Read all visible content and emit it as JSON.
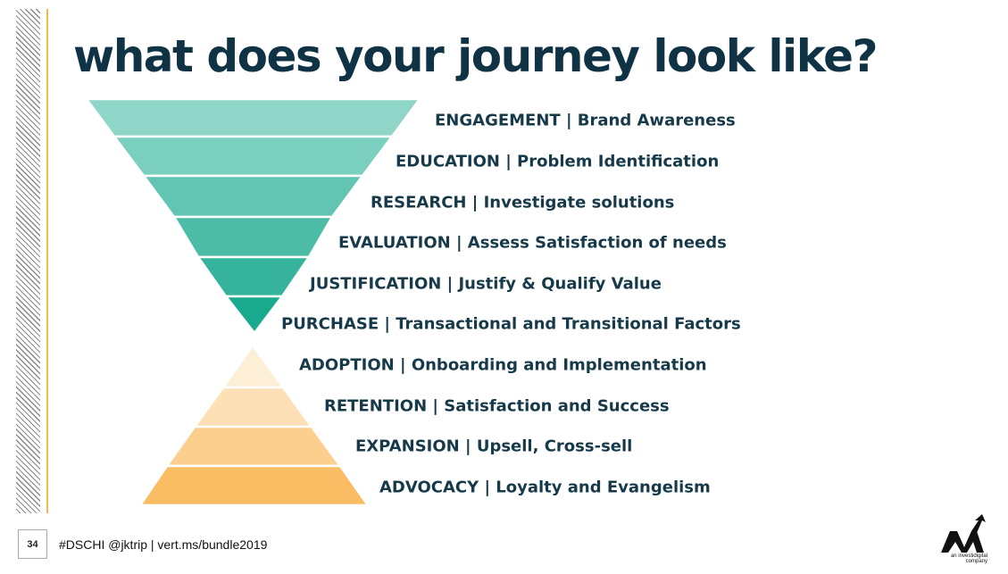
{
  "title": "what does your journey look like?",
  "colors": {
    "top_funnel": [
      "#8fd6c9",
      "#7acfbf",
      "#62c5b3",
      "#4dbca7",
      "#35b39c",
      "#1aab8f"
    ],
    "bottom_pyramid": [
      "#fdeed6",
      "#fde0b6",
      "#fccf8f",
      "#fbbd63"
    ],
    "text": "#163a4a",
    "accent": "#f5b84f"
  },
  "stages": [
    {
      "name": "ENGAGEMENT",
      "desc": "Brand Awareness",
      "label": "ENGAGEMENT | Brand Awareness"
    },
    {
      "name": "EDUCATION",
      "desc": "Problem Identification",
      "label": "EDUCATION | Problem Identification"
    },
    {
      "name": "RESEARCH",
      "desc": "Investigate solutions",
      "label": "RESEARCH | Investigate solutions"
    },
    {
      "name": "EVALUATION",
      "desc": "Assess Satisfaction of needs",
      "label": "EVALUATION | Assess Satisfaction of needs"
    },
    {
      "name": "JUSTIFICATION",
      "desc": "Justify & Qualify Value",
      "label": "JUSTIFICATION | Justify & Qualify Value"
    },
    {
      "name": "PURCHASE",
      "desc": "Transactional and Transitional Factors",
      "label": "PURCHASE | Transactional and Transitional Factors"
    },
    {
      "name": "ADOPTION",
      "desc": "Onboarding and Implementation",
      "label": "ADOPTION | Onboarding and Implementation"
    },
    {
      "name": "RETENTION",
      "desc": "Satisfaction and Success",
      "label": "RETENTION | Satisfaction and Success"
    },
    {
      "name": "EXPANSION",
      "desc": "Upsell, Cross-sell",
      "label": "EXPANSION | Upsell, Cross-sell"
    },
    {
      "name": "ADVOCACY",
      "desc": "Loyalty and Evangelism",
      "label": "ADVOCACY | Loyalty and Evangelism"
    }
  ],
  "footer": {
    "page_number": "34",
    "text": "#DSCHI @jktrip  | vert.ms/bundle2019"
  },
  "logo": {
    "subtitle": "an investidigital company"
  }
}
